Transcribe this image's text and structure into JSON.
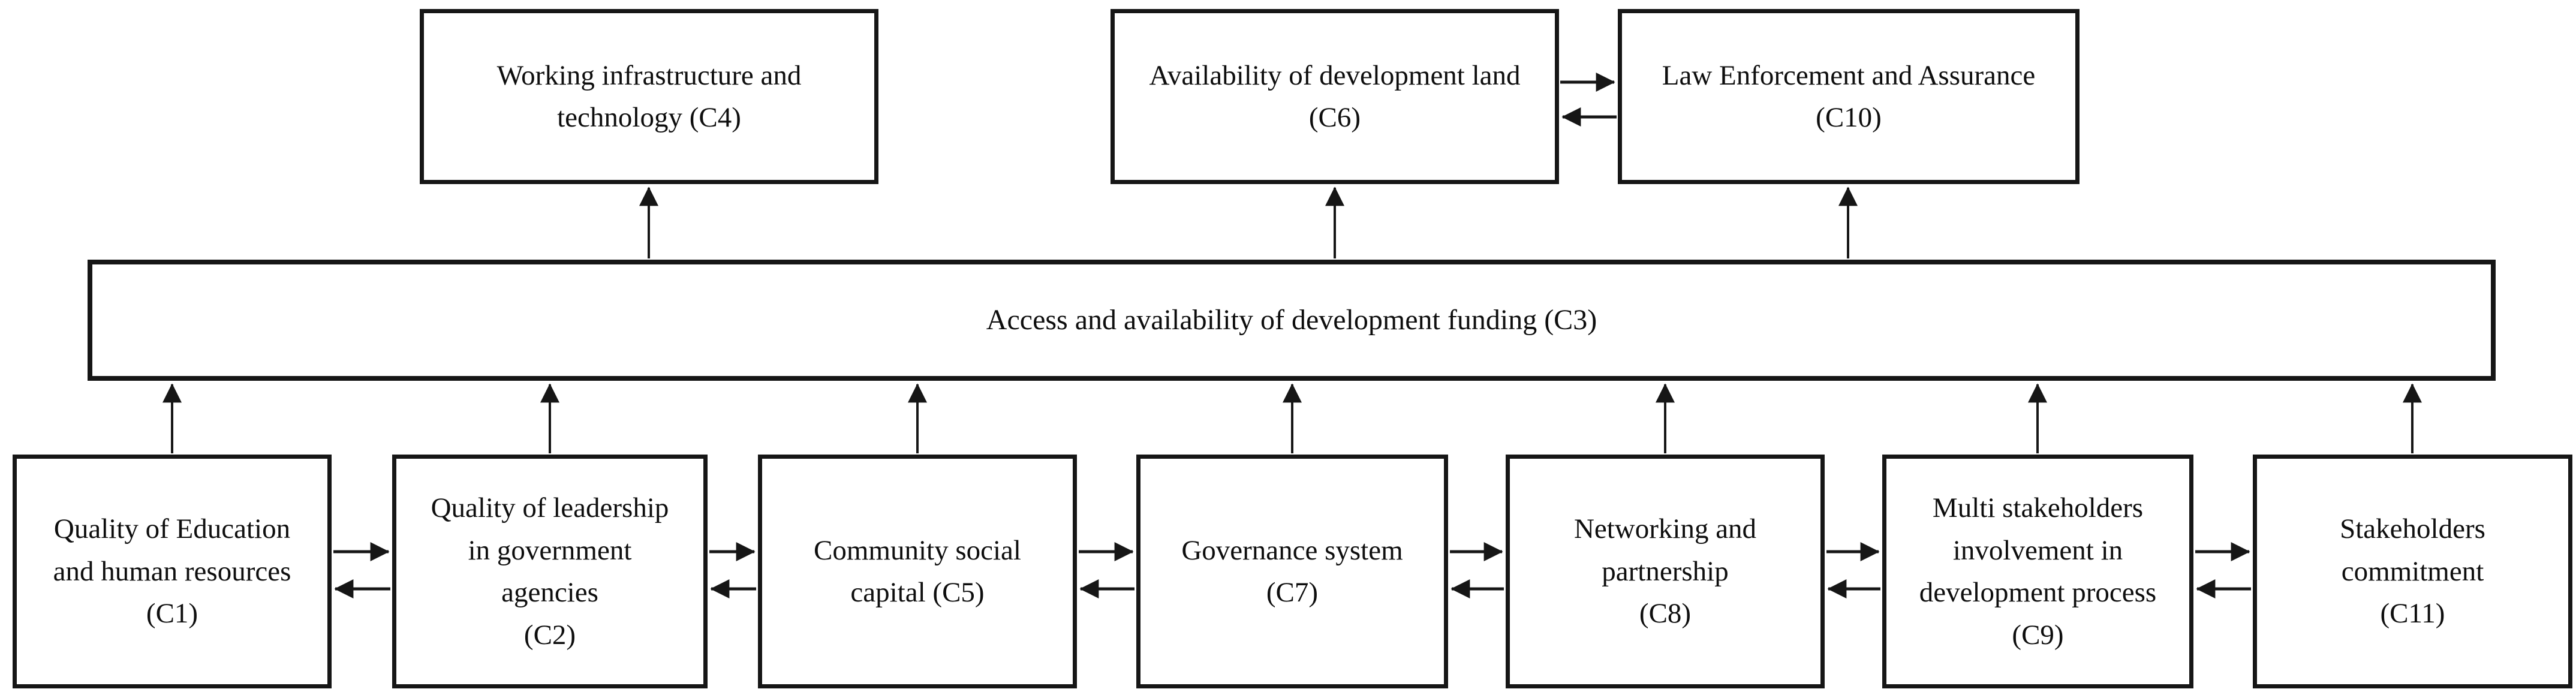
{
  "diagram": {
    "type": "hierarchy-flowchart",
    "background_color": "#ffffff",
    "line_color": "#161616",
    "text_color": "#0e0e0e",
    "levels": [
      {
        "name": "top",
        "node_ids": [
          "C4",
          "C6",
          "C10"
        ]
      },
      {
        "name": "middle",
        "node_ids": [
          "C3"
        ]
      },
      {
        "name": "bottom",
        "node_ids": [
          "C1",
          "C2",
          "C5",
          "C7",
          "C8",
          "C9",
          "C11"
        ]
      }
    ],
    "nodes": {
      "c4": {
        "code": "C4",
        "label": "Working infrastructure and\ntechnology (C4)"
      },
      "c6": {
        "code": "C6",
        "label": "Availability of development land\n(C6)"
      },
      "c10": {
        "code": "C10",
        "label": "Law Enforcement and Assurance\n(C10)"
      },
      "c3": {
        "code": "C3",
        "label": "Access and availability of development funding (C3)"
      },
      "c1": {
        "code": "C1",
        "label": "Quality of Education\nand human resources\n(C1)"
      },
      "c2": {
        "code": "C2",
        "label": "Quality of leadership\nin government\nagencies\n(C2)"
      },
      "c5": {
        "code": "C5",
        "label": "Community social\ncapital (C5)"
      },
      "c7": {
        "code": "C7",
        "label": "Governance system\n(C7)"
      },
      "c8": {
        "code": "C8",
        "label": "Networking and\npartnership\n(C8)"
      },
      "c9": {
        "code": "C9",
        "label": "Multi stakeholders\ninvolvement in\ndevelopment process\n(C9)"
      },
      "c11": {
        "code": "C11",
        "label": "Stakeholders\ncommitment\n(C11)"
      }
    },
    "edges": [
      {
        "from": "C3",
        "to": "C4",
        "style": "arrow-up"
      },
      {
        "from": "C3",
        "to": "C6",
        "style": "arrow-up"
      },
      {
        "from": "C3",
        "to": "C10",
        "style": "arrow-up"
      },
      {
        "from": "C6",
        "to": "C10",
        "style": "arrow-right"
      },
      {
        "from": "C10",
        "to": "C6",
        "style": "arrow-left"
      },
      {
        "from": "C1",
        "to": "C3",
        "style": "arrow-up"
      },
      {
        "from": "C2",
        "to": "C3",
        "style": "arrow-up"
      },
      {
        "from": "C5",
        "to": "C3",
        "style": "arrow-up"
      },
      {
        "from": "C7",
        "to": "C3",
        "style": "arrow-up"
      },
      {
        "from": "C8",
        "to": "C3",
        "style": "arrow-up"
      },
      {
        "from": "C9",
        "to": "C3",
        "style": "arrow-up"
      },
      {
        "from": "C11",
        "to": "C3",
        "style": "arrow-up"
      },
      {
        "from": "C1",
        "to": "C2",
        "style": "arrow-right"
      },
      {
        "from": "C2",
        "to": "C1",
        "style": "arrow-left"
      },
      {
        "from": "C2",
        "to": "C5",
        "style": "arrow-right"
      },
      {
        "from": "C5",
        "to": "C2",
        "style": "arrow-left"
      },
      {
        "from": "C5",
        "to": "C7",
        "style": "arrow-right"
      },
      {
        "from": "C7",
        "to": "C5",
        "style": "arrow-left"
      },
      {
        "from": "C7",
        "to": "C8",
        "style": "arrow-right"
      },
      {
        "from": "C8",
        "to": "C7",
        "style": "arrow-left"
      },
      {
        "from": "C8",
        "to": "C9",
        "style": "arrow-right"
      },
      {
        "from": "C9",
        "to": "C8",
        "style": "arrow-left"
      },
      {
        "from": "C9",
        "to": "C11",
        "style": "arrow-right"
      },
      {
        "from": "C11",
        "to": "C9",
        "style": "arrow-left"
      }
    ]
  }
}
